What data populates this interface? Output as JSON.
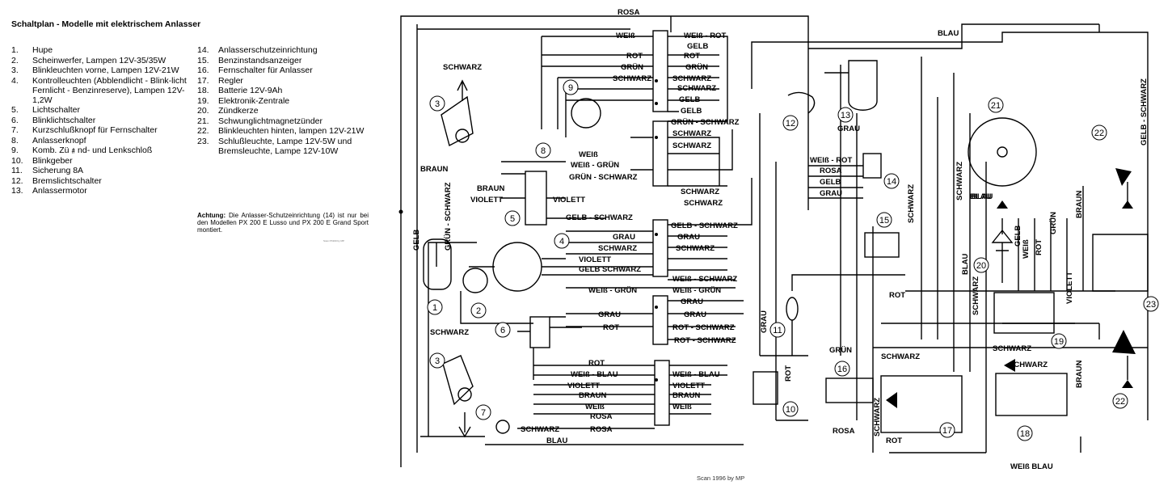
{
  "title": "Schaltplan - Modelle mit elektrischem Anlasser",
  "legend_left": [
    {
      "num": "1.",
      "text": "Hupe"
    },
    {
      "num": "2.",
      "text": "Scheinwerfer, Lampen 12V-35/35W"
    },
    {
      "num": "3.",
      "text": "Blinkleuchten vorne, Lampen 12V-21W"
    },
    {
      "num": "4.",
      "text": "Kontrolleuchten (Abblendlicht - Blink-licht Fernlicht - Benzinreserve), Lampen 12V-1,2W"
    },
    {
      "num": "5.",
      "text": "Lichtschalter"
    },
    {
      "num": "6.",
      "text": "Blinklichtschalter"
    },
    {
      "num": "7.",
      "text": "Kurzschlußknopf für Fernschalter"
    },
    {
      "num": "8.",
      "text": "Anlasserknopf"
    },
    {
      "num": "9.",
      "text": "Komb. Zü﹟nd- und Lenkschloß"
    },
    {
      "num": "10.",
      "text": "Blinkgeber"
    },
    {
      "num": "11.",
      "text": "Sicherung 8A"
    },
    {
      "num": "12.",
      "text": "Bremslichtschalter"
    },
    {
      "num": "13.",
      "text": "Anlassermotor"
    }
  ],
  "legend_right": [
    {
      "num": "14.",
      "text": "Anlasserschutzeinrichtung"
    },
    {
      "num": "15.",
      "text": "Benzinstandsanzeiger"
    },
    {
      "num": "16.",
      "text": "Fernschalter für Anlasser"
    },
    {
      "num": "17.",
      "text": "Regler"
    },
    {
      "num": "18.",
      "text": "Batterie 12V-9Ah"
    },
    {
      "num": "19.",
      "text": "Elektronik-Zentrale"
    },
    {
      "num": "20.",
      "text": "Zündkerze"
    },
    {
      "num": "21.",
      "text": "Schwunglichtmagnetzünder"
    },
    {
      "num": "22.",
      "text": "Blinkleuchten hinten, lampen 12V-21W"
    },
    {
      "num": "23.",
      "text": "Schlußleuchte, Lampe 12V-5W und Bremsleuchte, Lampe 12V-10W"
    }
  ],
  "notice": {
    "label": "Achtung:",
    "text": "Die Anlasser-Schutzeinrichtung (14) ist nur bei den Modellen PX 200 E Lusso und PX 200 E Grand Sport montiert."
  },
  "tiny_mark": "Scan PX200 by MP",
  "credit": "Scan 1996 by MP",
  "wire_labels": {
    "rosa_top": "ROSA",
    "blau_top": "BLAU",
    "weiss_1": "WEIß",
    "weiss_rot_1": "WEIß - ROT",
    "gelb_1": "GELB",
    "rot_1": "ROT",
    "rot_2": "ROT",
    "gruen_1": "GRÜN",
    "gruen_2": "GRÜN",
    "schwarz_1": "SCHWARZ",
    "schwarz_2": "SCHWARZ",
    "schwarz_3": "SCHWARZ",
    "schwarz_left": "SCHWARZ",
    "gelb_2": "GELB",
    "gelb_3": "GELB",
    "gruen_schwarz_1": "GRÜN - SCHWARZ",
    "schwarz_4": "SCHWARZ",
    "schwarz_5": "SCHWARZ",
    "braun_left": "BRAUN",
    "gruen_schwarz_left": "GRÜN - SCHWARZ",
    "gelb_left": "GELB",
    "weiss_8": "WEIß",
    "weiss_8b": "WEIß - GRÜN",
    "gruen_schwarz_8": "GRÜN - SCHWARZ",
    "braun_5": "BRAUN",
    "violett_5": "VIOLETT",
    "violett_mid": "VIOLETT",
    "gelb_schwarz_5": "GELB - SCHWARZ",
    "schwarz_6": "SCHWARZ",
    "schwarz_7": "SCHWARZ",
    "gelb_schwarz_c": "GELB - SCHWARZ",
    "grau_1": "GRAU",
    "grau_2": "GRAU",
    "schwarz_8": "SCHWARZ",
    "schwarz_9": "SCHWARZ",
    "violett_4": "VIOLETT",
    "gelb_schwarz_4": "GELB SCHWARZ",
    "weiss_schwarz": "WEIß - SCHWARZ",
    "weiss_gruen_1": "WEIß - GRÜN",
    "weiss_gruen_2": "WEIß - GRÜN",
    "grau_3": "GRAU",
    "grau_4": "GRAU",
    "grau_5": "GRAU",
    "rot_3": "ROT",
    "rot_schwarz_1": "ROT - SCHWARZ",
    "rot_schwarz_2": "ROT - SCHWARZ",
    "schwarz_bottom_left": "SCHWARZ",
    "rot_4": "ROT",
    "weiss_blau_1": "WEIß - BLAU",
    "weiss_blau_2": "WEIß - BLAU",
    "violett_6": "VIOLETT",
    "violett_7": "VIOLETT",
    "braun_6": "BRAUN",
    "braun_7": "BRAUN",
    "weiss_9": "WEIß",
    "weiss_10": "WEIß",
    "rosa_2": "ROSA",
    "rosa_3": "ROSA",
    "schwarz_10": "SCHWARZ",
    "blau_bottom": "BLAU",
    "weiss_rot_14": "WEIß - ROT",
    "rosa_14": "ROSA",
    "gelb_14": "GELB",
    "grau_14": "GRAU",
    "schwarz_vert": "SCHWARZ",
    "blau_vert": "BLAU",
    "rot_mid": "ROT",
    "grau_11": "GRAU",
    "gruen_16": "GRÜN",
    "schwarz_17": "SCHWARZ",
    "schwarz_17b": "SCHWARZ",
    "rosa_16": "ROSA",
    "rot_17": "ROT",
    "rot_10": "ROT",
    "blau_17": "BLAU",
    "schwarz_17c": "SCHWARZ",
    "schwarz_18": "SCHWARZ",
    "schwarz_right": "SCHWARZ",
    "weiss_blau_bottom": "WEIß BLAU",
    "gelb_schwarz_right": "GELB - SCHWARZ",
    "braun_22a": "BRAUN",
    "braun_22b": "BRAUN",
    "weiss_19": "WEIß",
    "rot_19": "ROT",
    "gruen_19": "GRÜN",
    "violett_19": "VIOLETT",
    "blau_19": "BLAU",
    "schwarz_19": "SCHWARZ",
    "gelb_19": "GELB"
  },
  "component_numbers": {
    "c1": "1",
    "c2": "2",
    "c3a": "3",
    "c3b": "3",
    "c4": "4",
    "c5": "5",
    "c6": "6",
    "c7": "7",
    "c8": "8",
    "c9": "9",
    "c10": "10",
    "c11": "11",
    "c12": "12",
    "c13": "13",
    "c14": "14",
    "c15": "15",
    "c16": "16",
    "c17": "17",
    "c18": "18",
    "c19": "19",
    "c20": "20",
    "c21": "21",
    "c22a": "22",
    "c22b": "22",
    "c23": "23"
  },
  "component_captions": {
    "grau_13": "GRAU"
  }
}
